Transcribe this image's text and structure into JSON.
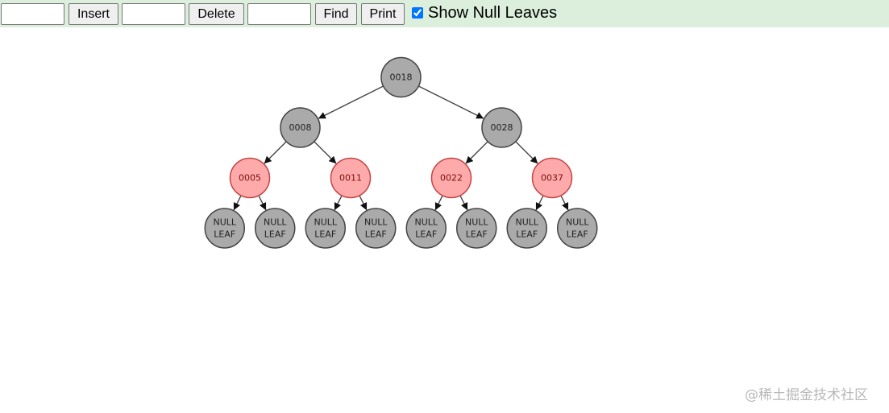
{
  "toolbar": {
    "insert_input_value": "",
    "insert_label": "Insert",
    "delete_input_value": "",
    "delete_label": "Delete",
    "find_input_value": "",
    "find_label": "Find",
    "print_label": "Print",
    "show_null_leaves_label": "Show Null Leaves",
    "show_null_leaves_checked": true
  },
  "tree": {
    "colors": {
      "black_fill": "#aaaaaa",
      "black_stroke": "#444444",
      "black_text": "#222222",
      "red_fill": "#ffaaaa",
      "red_stroke": "#c44444",
      "red_text": "#7a1010",
      "edge": "#444444"
    },
    "nodes": [
      {
        "id": "n18",
        "label": "0018",
        "color": "black",
        "parent": null
      },
      {
        "id": "n8",
        "label": "0008",
        "color": "black",
        "parent": "n18"
      },
      {
        "id": "n28",
        "label": "0028",
        "color": "black",
        "parent": "n18"
      },
      {
        "id": "n5",
        "label": "0005",
        "color": "red",
        "parent": "n8"
      },
      {
        "id": "n11",
        "label": "0011",
        "color": "red",
        "parent": "n8"
      },
      {
        "id": "n22",
        "label": "0022",
        "color": "red",
        "parent": "n28"
      },
      {
        "id": "n37",
        "label": "0037",
        "color": "red",
        "parent": "n28"
      },
      {
        "id": "l1",
        "label": "NULL LEAF",
        "color": "black",
        "parent": "n5"
      },
      {
        "id": "l2",
        "label": "NULL LEAF",
        "color": "black",
        "parent": "n5"
      },
      {
        "id": "l3",
        "label": "NULL LEAF",
        "color": "black",
        "parent": "n11"
      },
      {
        "id": "l4",
        "label": "NULL LEAF",
        "color": "black",
        "parent": "n11"
      },
      {
        "id": "l5",
        "label": "NULL LEAF",
        "color": "black",
        "parent": "n22"
      },
      {
        "id": "l6",
        "label": "NULL LEAF",
        "color": "black",
        "parent": "n22"
      },
      {
        "id": "l7",
        "label": "NULL LEAF",
        "color": "black",
        "parent": "n37"
      },
      {
        "id": "l8",
        "label": "NULL LEAF",
        "color": "black",
        "parent": "n37"
      }
    ]
  },
  "watermark": "@稀土掘金技术社区"
}
